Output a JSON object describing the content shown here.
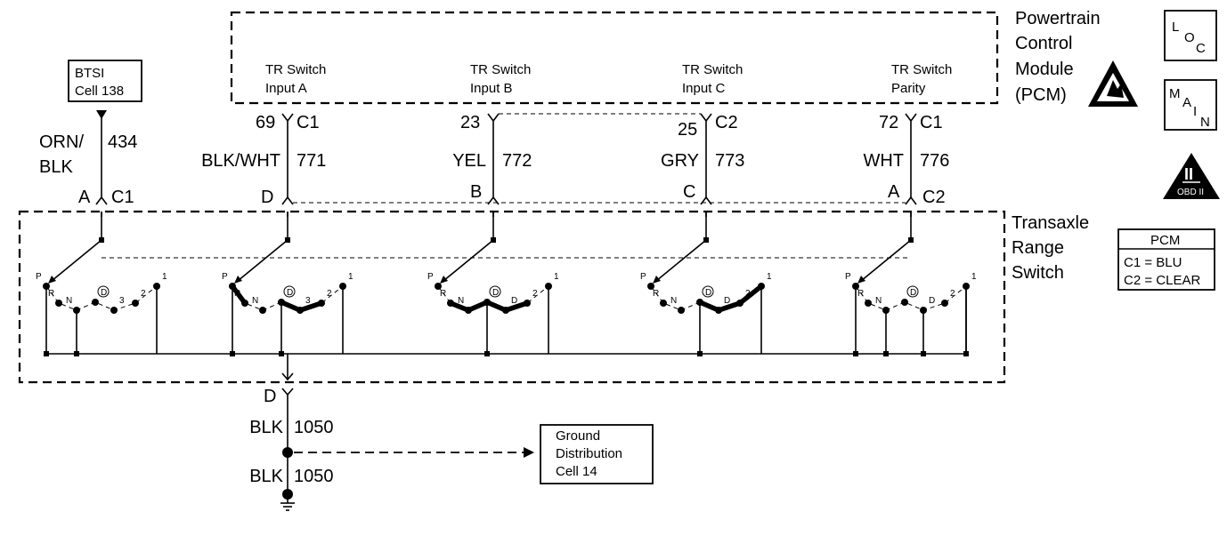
{
  "pcm": {
    "title_lines": [
      "Powertrain",
      "Control",
      "Module",
      "(PCM)"
    ]
  },
  "inputs": [
    {
      "lines": [
        "TR Switch",
        "Input A"
      ],
      "pin": "69",
      "conn": "C1",
      "color": "BLK/WHT",
      "circuit": "771",
      "switch_pin": "D"
    },
    {
      "lines": [
        "TR Switch",
        "Input B"
      ],
      "pin": "23",
      "conn": "",
      "color": "YEL",
      "circuit": "772",
      "switch_pin": "B"
    },
    {
      "lines": [
        "TR Switch",
        "Input C"
      ],
      "pin": "25",
      "conn": "C2",
      "color": "GRY",
      "circuit": "773",
      "switch_pin": "C"
    },
    {
      "lines": [
        "TR Switch",
        "Parity"
      ],
      "pin": "72",
      "conn": "C1",
      "color": "WHT",
      "circuit": "776",
      "switch_pin": "A"
    }
  ],
  "btsi": {
    "lines": [
      "BTSI",
      "Cell 138"
    ],
    "color_lines": [
      "ORN/",
      "BLK"
    ],
    "circuit": "434",
    "pin": "A",
    "conn": "C1"
  },
  "trs": {
    "title_lines": [
      "Transaxle",
      "Range",
      "Switch"
    ]
  },
  "positions": [
    "P",
    "R",
    "N",
    "D",
    "3",
    "2",
    "1"
  ],
  "positions_b": [
    "P",
    "R",
    "N",
    "D",
    "D",
    "2",
    "1"
  ],
  "ground": {
    "pin": "D",
    "color": "BLK",
    "circuit": "1050",
    "color2": "BLK",
    "circuit2": "1050",
    "ref_lines": [
      "Ground",
      "Distribution",
      "Cell 14"
    ]
  },
  "pcm_legend": {
    "title": "PCM",
    "lines": [
      "C1 = BLU",
      "C2 = CLEAR"
    ]
  },
  "symbols": {
    "loc": [
      "L",
      "O",
      "C"
    ],
    "main": [
      "M",
      "A",
      "I",
      "N"
    ],
    "obd": "OBD II",
    "obd_roman": "II"
  }
}
